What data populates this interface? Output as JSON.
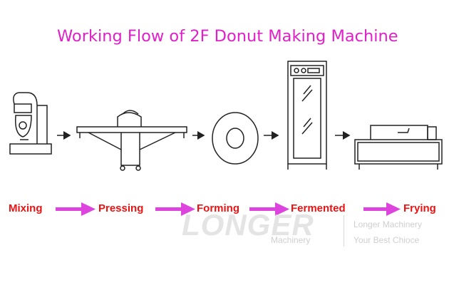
{
  "title": "Working Flow of 2F Donut Making Machine",
  "steps": [
    "Mixing",
    "Pressing",
    "Forming",
    "Fermented",
    "Frying"
  ],
  "watermark": {
    "logo": "LONGER",
    "sub": "Machinery",
    "tagline_1": "Longer Machinery",
    "tagline_2": "Your Best Chioce"
  },
  "colors": {
    "title": "#e020c8",
    "step_text": "#ee1111",
    "step_arrow": "#dd44dd",
    "line_art": "#222222"
  }
}
